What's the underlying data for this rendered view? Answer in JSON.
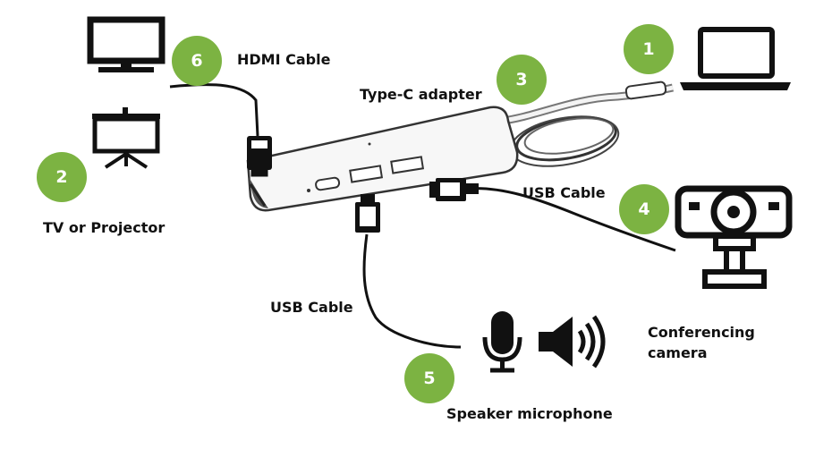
{
  "labels": {
    "hdmi_cable": "HDMI Cable",
    "type_c_adapter": "Type-C adapter",
    "usb_cable_camera": "USB Cable",
    "tv_or_projector": "TV or Projector",
    "usb_cable_mic": "USB Cable",
    "conferencing_camera_line1": "Conferencing",
    "conferencing_camera_line2": "camera",
    "speaker_microphone": "Speaker microphone"
  },
  "badges": {
    "laptop": "1",
    "tv_projector": "2",
    "adapter": "3",
    "camera": "4",
    "speaker_mic": "5",
    "hdmi": "6"
  },
  "colors": {
    "badge_green": "#7cb342",
    "line_black": "#111111",
    "background": "#ffffff"
  },
  "icons": [
    "tv-icon",
    "projector-icon",
    "laptop-icon",
    "type-c-adapter-icon",
    "webcam-icon",
    "microphone-icon",
    "speaker-icon"
  ]
}
